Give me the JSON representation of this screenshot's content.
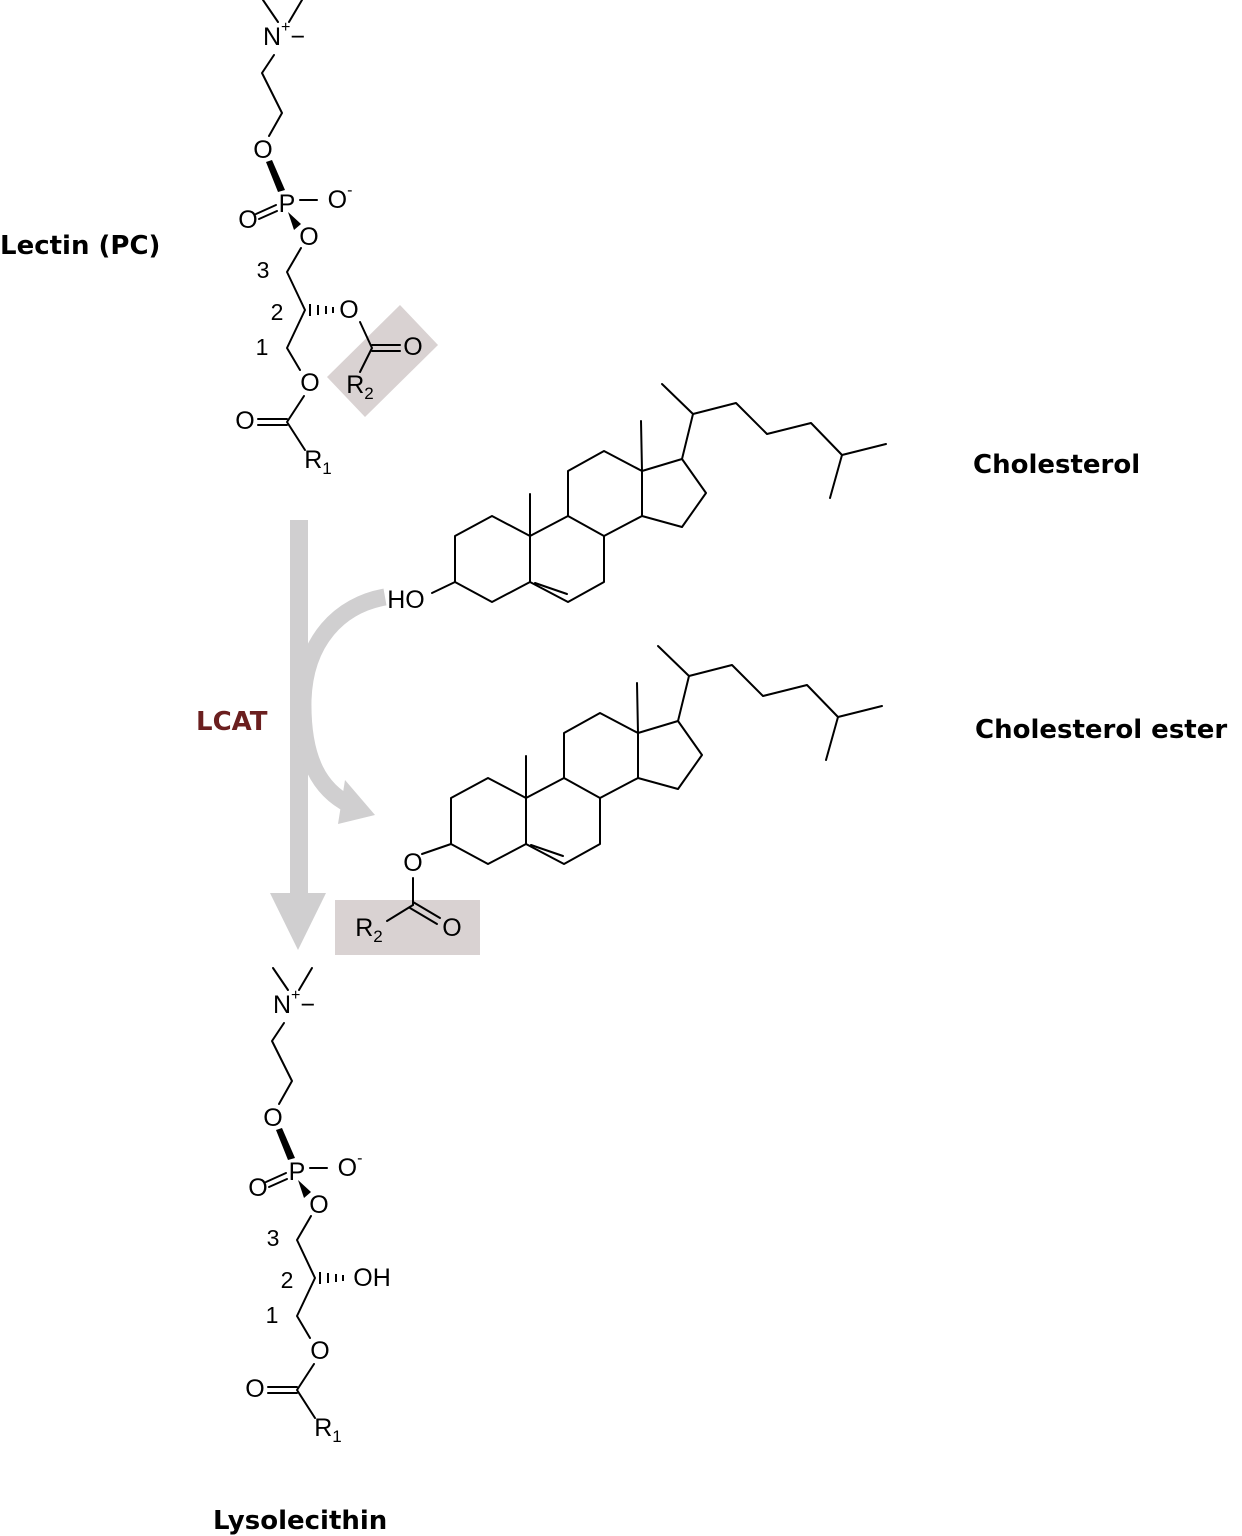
{
  "labels": {
    "lecithin": "Lectin (PC)",
    "cholesterol": "Cholesterol",
    "cholesterol_ester": "Cholesterol ester",
    "enzyme": "LCAT",
    "lysolecithin": "Lysolecithin"
  },
  "atoms": {
    "N": "N",
    "O": "O",
    "P": "P",
    "R": "R",
    "HO": "HO",
    "OH": "OH",
    "plus": "+",
    "minus": "−",
    "neg": "-",
    "sub1": "1",
    "sub2": "2",
    "pos1": "1",
    "pos2": "2",
    "pos3": "3"
  },
  "colors": {
    "enzyme_label": "#6b1f1f",
    "arrow": "#d0cfd0",
    "highlight_box": "#d9d2d2"
  }
}
